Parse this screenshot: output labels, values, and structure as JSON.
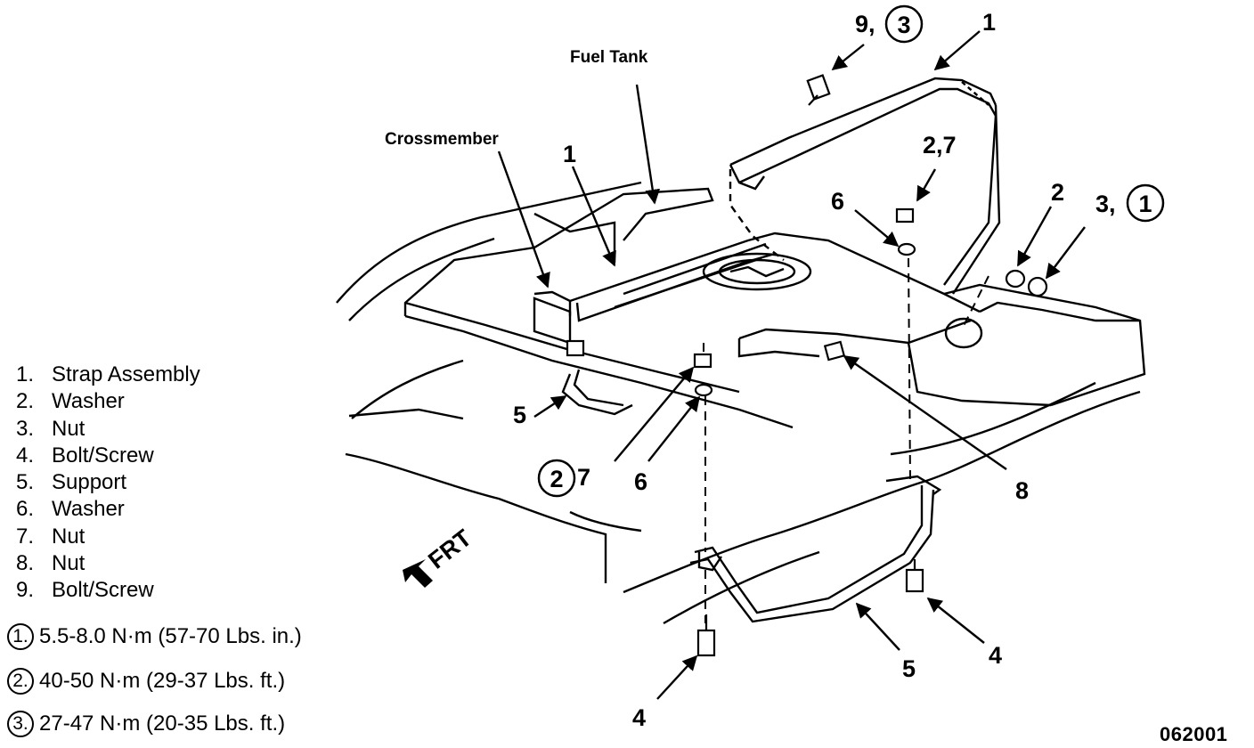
{
  "diagram": {
    "component_labels": {
      "fuel_tank": "Fuel Tank",
      "crossmember": "Crossmember"
    },
    "callouts": {
      "top_bolt_torque": "9,",
      "top_bolt_torque_circle": "3",
      "strap_top": "1",
      "strap_mid": "1",
      "nut_washer_upper": "2,7",
      "washer_upper": "6",
      "washer_right": "2",
      "nut_right": "3,",
      "nut_right_circle": "1",
      "support_left": "5",
      "nut_lower_circle": "2",
      "nut_lower": "7",
      "washer_lower": "6",
      "nut_eight": "8",
      "support_right": "5",
      "bolt_right": "4",
      "bolt_left": "4"
    },
    "direction": "FRT"
  },
  "legend": [
    {
      "num": "1.",
      "text": "Strap Assembly"
    },
    {
      "num": "2.",
      "text": "Washer"
    },
    {
      "num": "3.",
      "text": "Nut"
    },
    {
      "num": "4.",
      "text": "Bolt/Screw"
    },
    {
      "num": "5.",
      "text": "Support"
    },
    {
      "num": "6.",
      "text": "Washer"
    },
    {
      "num": "7.",
      "text": "Nut"
    },
    {
      "num": "8.",
      "text": "Nut"
    },
    {
      "num": "9.",
      "text": "Bolt/Screw"
    }
  ],
  "torque_specs": [
    {
      "id": "1.",
      "text": "5.5-8.0 N·m (57-70 Lbs. in.)"
    },
    {
      "id": "2.",
      "text": "40-50 N·m (29-37 Lbs. ft.)"
    },
    {
      "id": "3.",
      "text": "27-47 N·m (20-35 Lbs. ft.)"
    }
  ],
  "figure_id": "062001"
}
